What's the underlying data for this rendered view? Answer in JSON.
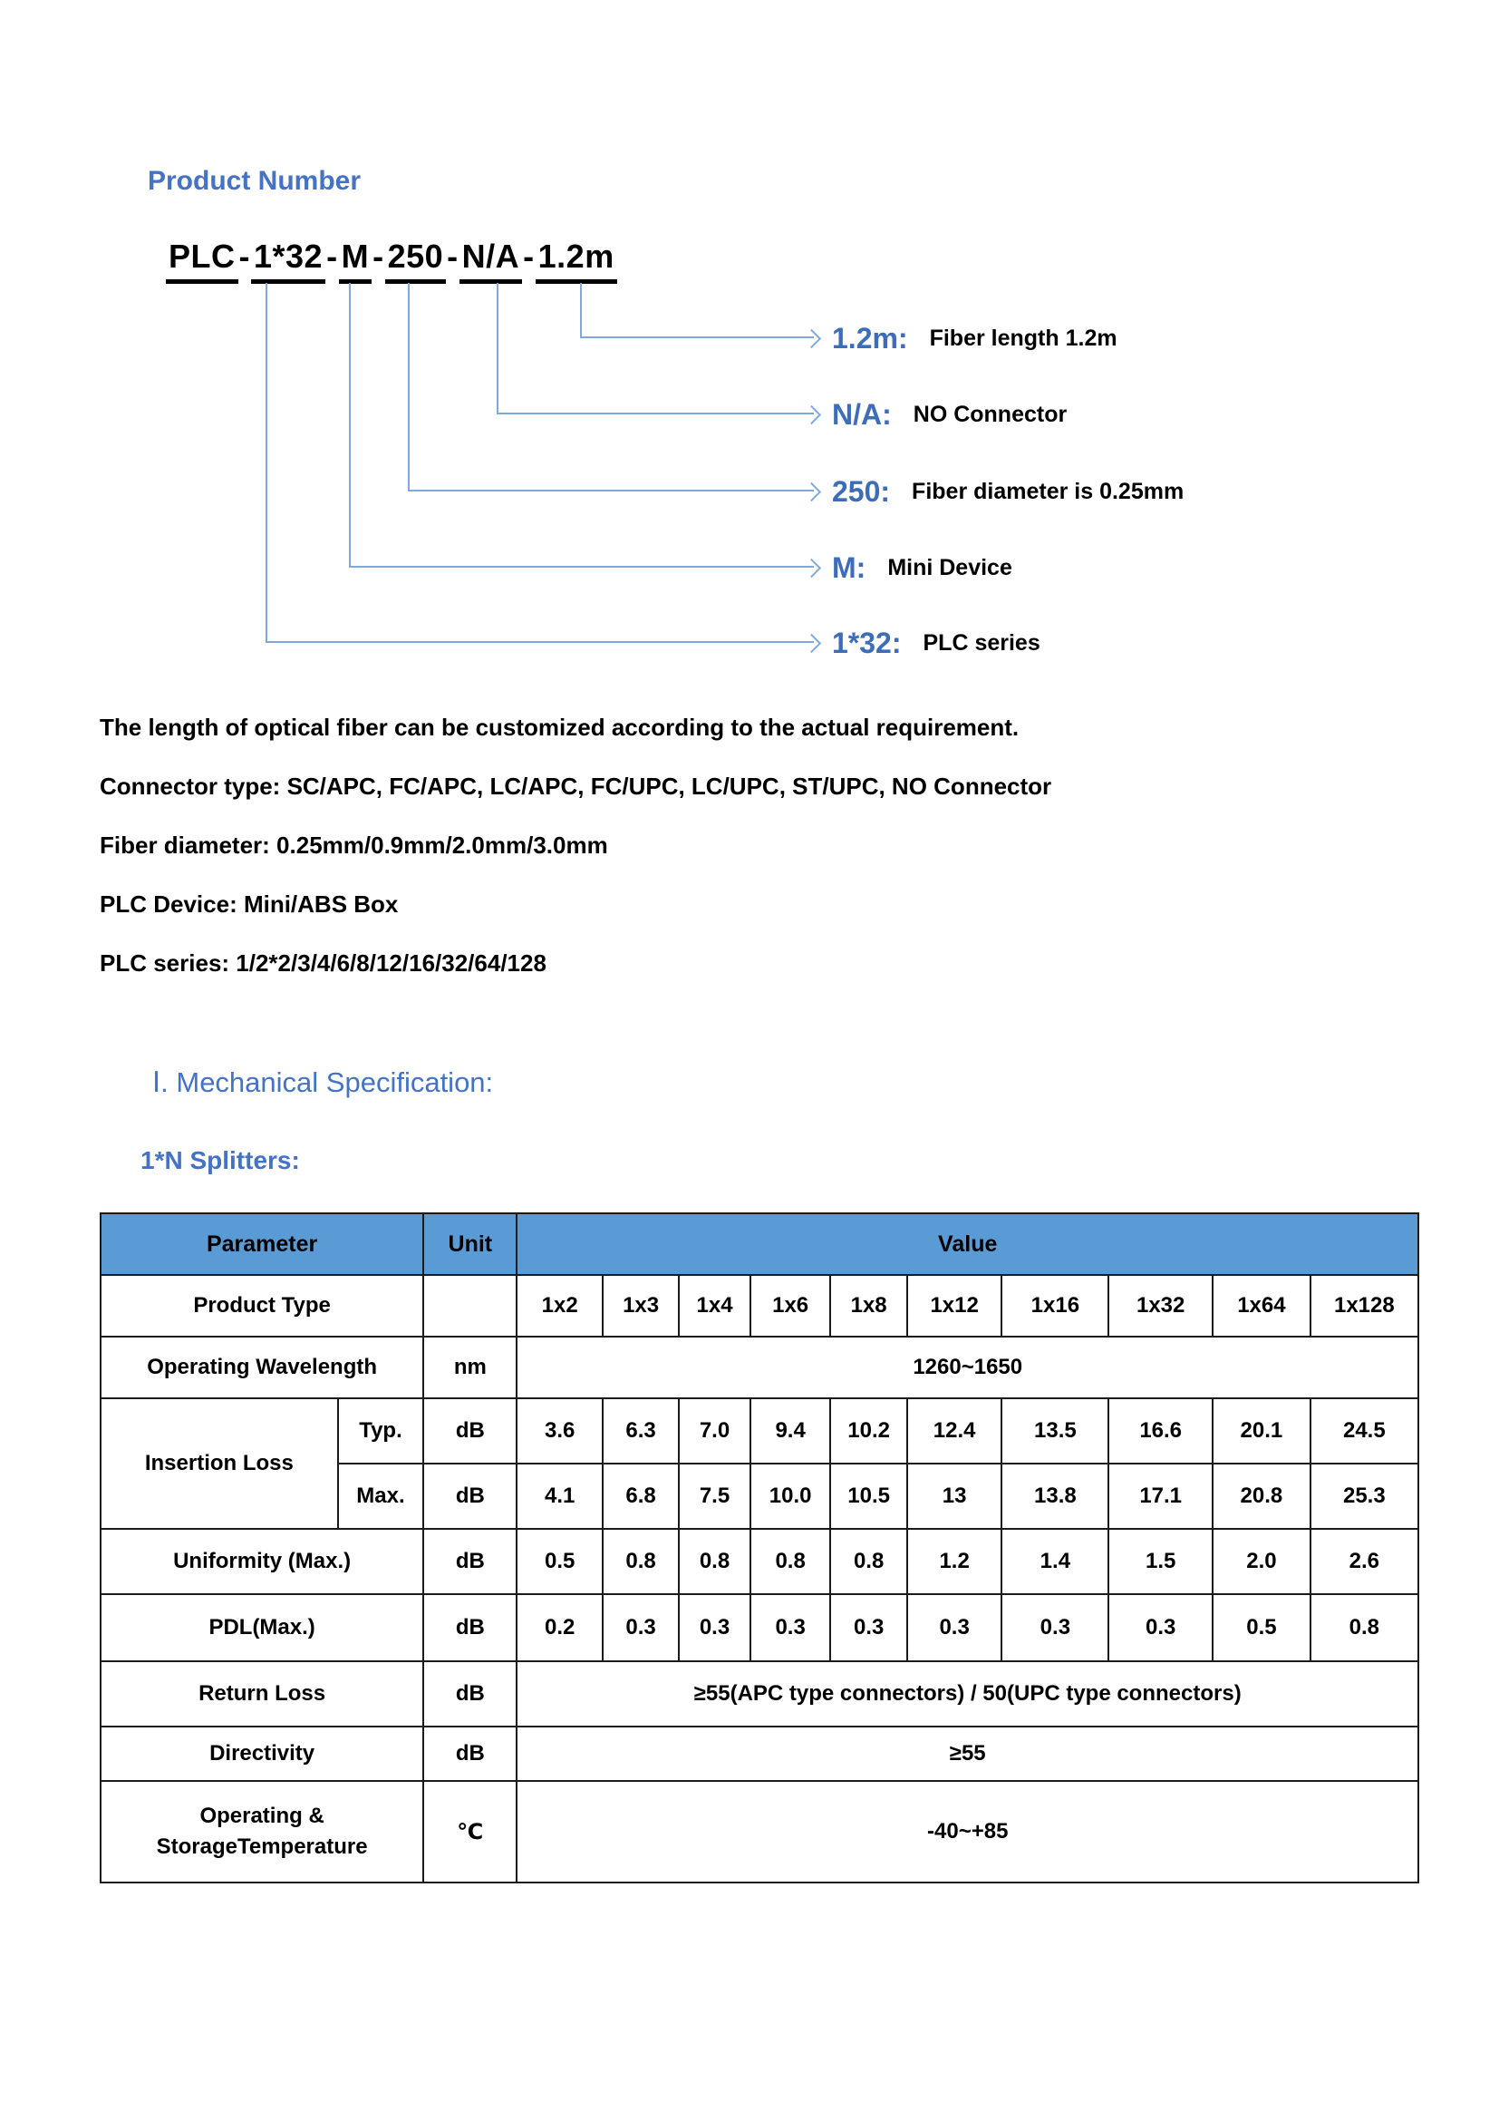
{
  "page_title": "Product Number",
  "product_code": {
    "segments": [
      "PLC",
      "1*32",
      "M",
      "250",
      "N/A",
      "1.2m"
    ],
    "separator": "-"
  },
  "diagram_entries": [
    {
      "code": "1.2m:",
      "desc": "Fiber length 1.2m"
    },
    {
      "code": "N/A:",
      "desc": "NO Connector"
    },
    {
      "code": "250:",
      "desc": "Fiber diameter is 0.25mm"
    },
    {
      "code": "M:",
      "desc": "Mini Device"
    },
    {
      "code": "1*32:",
      "desc": "PLC series"
    }
  ],
  "notes": [
    "The length of optical fiber can be customized according to the actual requirement.",
    "Connector type:  SC/APC, FC/APC, LC/APC, FC/UPC, LC/UPC, ST/UPC, NO Connector",
    "Fiber diameter:  0.25mm/0.9mm/2.0mm/3.0mm",
    "PLC Device:  Mini/ABS Box",
    "PLC series:  1/2*2/3/4/6/8/12/16/32/64/128"
  ],
  "section_heading": "Ⅰ. Mechanical Specification:",
  "subsection_heading": "1*N Splitters:",
  "spec_table": {
    "header": {
      "parameter": "Parameter",
      "unit": "Unit",
      "value": "Value"
    },
    "product_type": {
      "label": "Product Type",
      "unit": "",
      "values": [
        "1x2",
        "1x3",
        "1x4",
        "1x6",
        "1x8",
        "1x12",
        "1x16",
        "1x32",
        "1x64",
        "1x128"
      ]
    },
    "operating_wavelength": {
      "label": "Operating Wavelength",
      "unit": "nm",
      "value": "1260~1650"
    },
    "insertion_loss": {
      "label": "Insertion Loss",
      "typ": {
        "label": "Typ.",
        "unit": "dB",
        "values": [
          "3.6",
          "6.3",
          "7.0",
          "9.4",
          "10.2",
          "12.4",
          "13.5",
          "16.6",
          "20.1",
          "24.5"
        ]
      },
      "max": {
        "label": "Max.",
        "unit": "dB",
        "values": [
          "4.1",
          "6.8",
          "7.5",
          "10.0",
          "10.5",
          "13",
          "13.8",
          "17.1",
          "20.8",
          "25.3"
        ]
      }
    },
    "uniformity": {
      "label": "Uniformity (Max.)",
      "unit": "dB",
      "values": [
        "0.5",
        "0.8",
        "0.8",
        "0.8",
        "0.8",
        "1.2",
        "1.4",
        "1.5",
        "2.0",
        "2.6"
      ]
    },
    "pdl": {
      "label": "PDL(Max.)",
      "unit": "dB",
      "values": [
        "0.2",
        "0.3",
        "0.3",
        "0.3",
        "0.3",
        "0.3",
        "0.3",
        "0.3",
        "0.5",
        "0.8"
      ]
    },
    "return_loss": {
      "label": "Return Loss",
      "unit": "dB",
      "value": "≥55(APC type connectors) / 50(UPC type connectors)"
    },
    "directivity": {
      "label": "Directivity",
      "unit": "dB",
      "value": "≥55"
    },
    "temperature": {
      "label_line1": "Operating &",
      "label_line2": "StorageTemperature",
      "unit": "℃",
      "value": "-40~+85"
    }
  }
}
